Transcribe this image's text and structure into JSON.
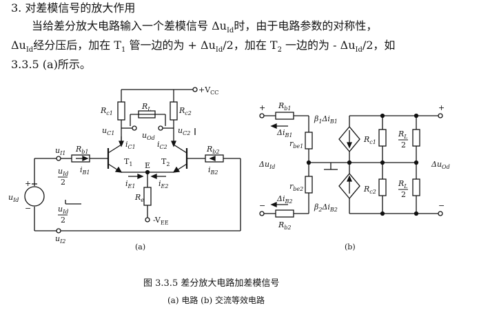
{
  "text": {
    "heading": "3. 对差模信号的放大作用",
    "para_line1": "当给差分放大电路输入一个差模信号 Δu",
    "para_line1_sub": "Id",
    "para_line1_end": "时，由于电路参数的对称性，",
    "para_line2_a": "Δu",
    "para_line2_sub": "Id",
    "para_line2_b": "经分压后，加在 T",
    "para_line2_c": "1",
    "para_line2_d": " 管一边的为 + Δu",
    "para_line2_e": "Id",
    "para_line2_f": "/2，加在 T",
    "para_line2_g": "2",
    "para_line2_h": " 一边的为 - Δu",
    "para_line2_i": "Id",
    "para_line2_j": "/2，如",
    "para_line3": "3.3.5 (a)所示。"
  },
  "figure": {
    "caption_title": "图 3.3.5   差分放大电路加差模信号",
    "caption_sub": "(a) 电路   (b) 交流等效电路",
    "label_a": "(a)",
    "label_b": "(b)",
    "circuit_a": {
      "vcc": "+V",
      "vcc_sub": "CC",
      "vee": "-V",
      "vee_sub": "EE",
      "rc1": "R",
      "rc1_sub": "c1",
      "rc2": "R",
      "rc2_sub": "c2",
      "rl": "R",
      "rl_sub": "L",
      "rb1": "R",
      "rb1_sub": "b1",
      "rb2": "R",
      "rb2_sub": "b2",
      "re": "R",
      "re_sub": "e",
      "uc1": "u",
      "uc1_sub": "C1",
      "uc2": "u",
      "uc2_sub": "C2",
      "uod": "u",
      "uod_sub": "Od",
      "ic1": "i",
      "ic1_sub": "C1",
      "ic2": "i",
      "ic2_sub": "C2",
      "t1": "T",
      "t1_sub": "1",
      "t2": "T",
      "t2_sub": "2",
      "e": "E",
      "ie1": "i",
      "ie1_sub": "E1",
      "ie2": "i",
      "ie2_sub": "E2",
      "ib1": "i",
      "ib1_sub": "B1",
      "ib2": "i",
      "ib2_sub": "B2",
      "ui1": "u",
      "ui1_sub": "I1",
      "ui2": "u",
      "ui2_sub": "I2",
      "uid": "u",
      "uid_sub": "Id",
      "half_num": "u",
      "half_num_sub": "Id",
      "half_den": "2"
    },
    "circuit_b": {
      "rb1": "R",
      "rb1_sub": "b1",
      "rb2": "R",
      "rb2_sub": "b2",
      "dib1": "Δi",
      "dib1_sub": "B1",
      "dib2": "Δi",
      "dib2_sub": "B2",
      "rbe1": "r",
      "rbe1_sub": "be1",
      "rbe2": "r",
      "rbe2_sub": "be2",
      "src1": "β",
      "src1_b": "1",
      "src1_c": "Δi",
      "src1_d": "B1",
      "src2": "β",
      "src2_b": "2",
      "src2_c": "Δi",
      "src2_d": "B2",
      "rc1": "R",
      "rc1_sub": "c1",
      "rc2": "R",
      "rc2_sub": "c2",
      "rl": "R",
      "rl_sub": "L",
      "rl_den": "2",
      "duid": "Δu",
      "duid_sub": "Id",
      "duod": "Δu",
      "duod_sub": "Od",
      "plus": "+",
      "minus": "−"
    }
  }
}
